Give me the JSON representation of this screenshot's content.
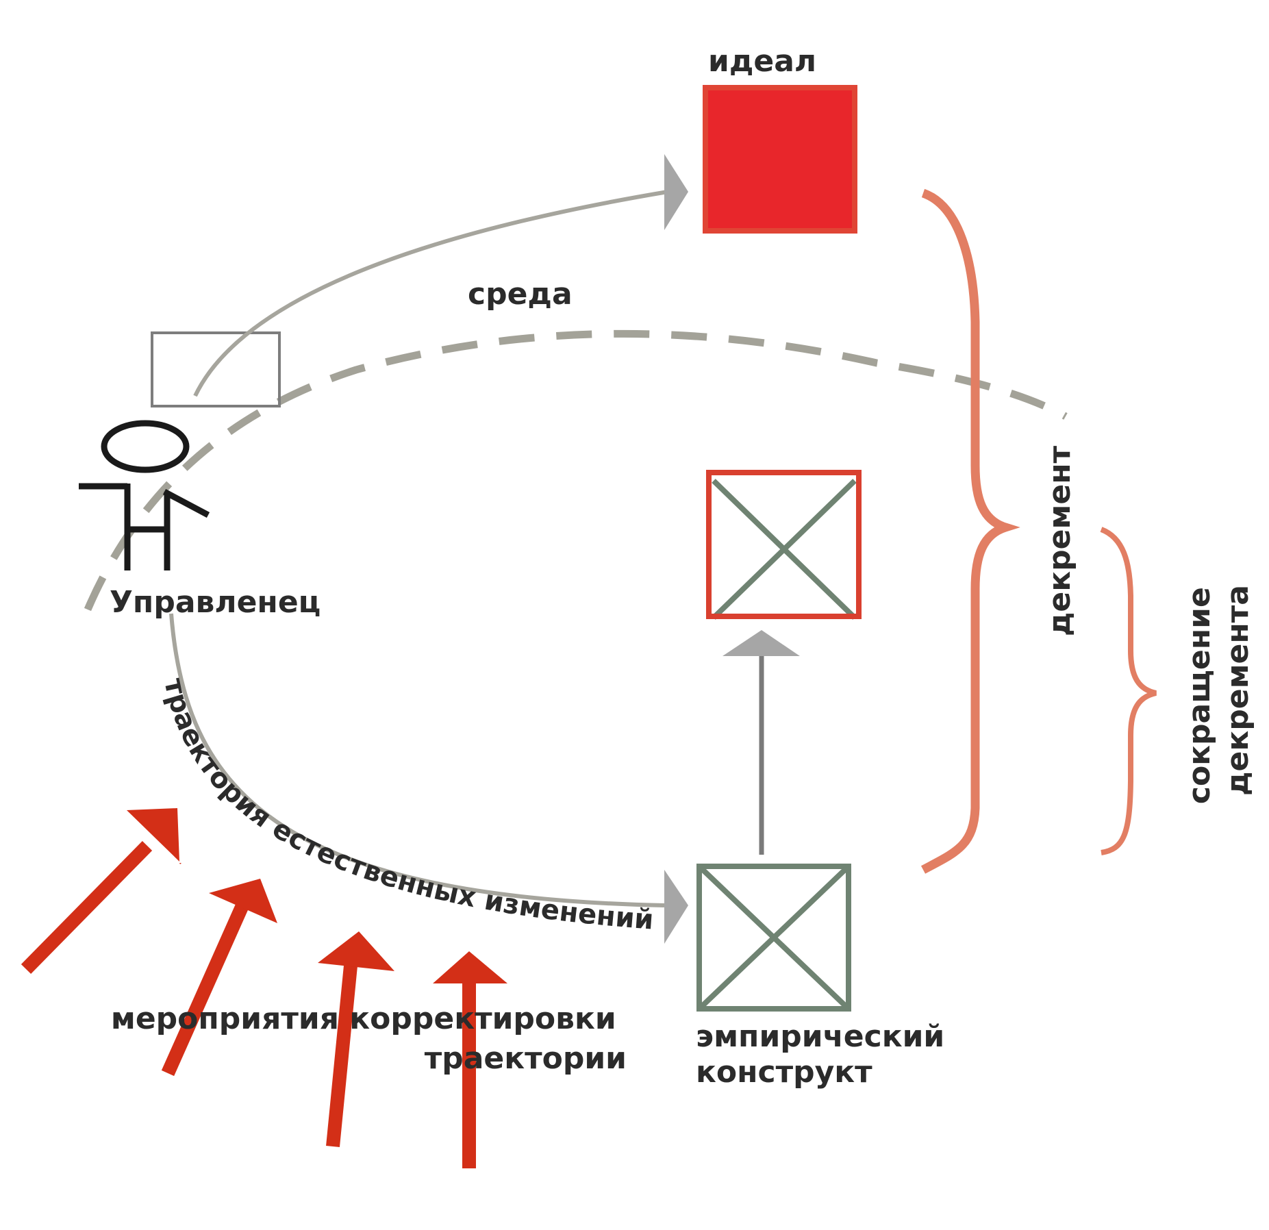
{
  "labels": {
    "ideal": "идеал",
    "environment": "среда",
    "manager": "Управленец",
    "trajectory": "траектория естественных изменений",
    "measures_line1": "мероприятия корректировки",
    "measures_line2": "траектории",
    "construct_line1": "эмпирический",
    "construct_line2": "конструкт",
    "decrement": "декремент",
    "reduction_line1": "сокращение",
    "reduction_line2": "декремента"
  },
  "colors": {
    "ideal_fill": "#e8262b",
    "ideal_border": "#e04535",
    "target_border": "#d9402f",
    "construct_green": "#6f8372",
    "gray_curve": "#a6a59d",
    "dashed_curve": "#a3a298",
    "arrowhead_gray": "#a6a6a6",
    "vertical_arrow": "#7a7a7a",
    "brace_color": "#e27e63",
    "red_arrows": "#d32f17",
    "text": "#2b2b2b"
  },
  "icons": {
    "person": "stick-figure-icon",
    "crossed_box": "crossed-box-icon"
  }
}
